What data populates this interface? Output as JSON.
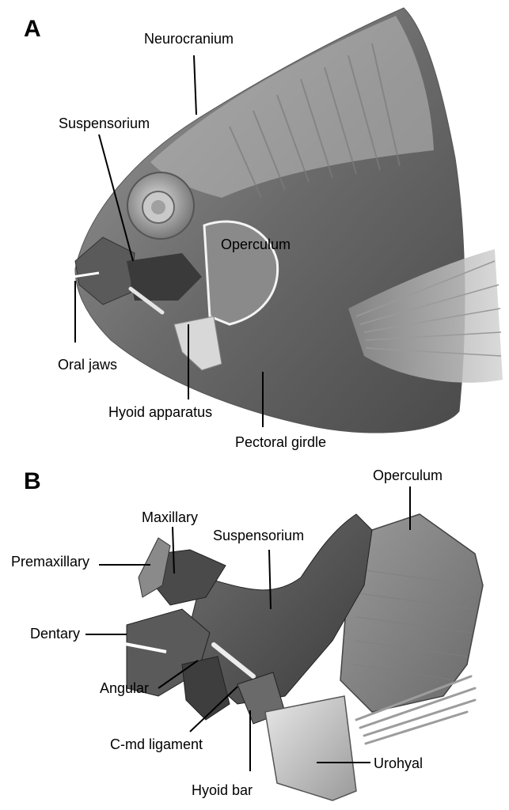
{
  "figure": {
    "panel_a": {
      "letter": "A",
      "labels": {
        "neurocranium": "Neurocranium",
        "suspensorium": "Suspensorium",
        "operculum": "Operculum",
        "oral_jaws": "Oral jaws",
        "hyoid_apparatus": "Hyoid apparatus",
        "pectoral_girdle": "Pectoral girdle"
      }
    },
    "panel_b": {
      "letter": "B",
      "labels": {
        "operculum": "Operculum",
        "maxillary": "Maxillary",
        "suspensorium": "Suspensorium",
        "premaxillary": "Premaxillary",
        "dentary": "Dentary",
        "angular": "Angular",
        "c_md_ligament": "C-md ligament",
        "hyoid_bar": "Hyoid bar",
        "urohyal": "Urohyal"
      }
    }
  }
}
